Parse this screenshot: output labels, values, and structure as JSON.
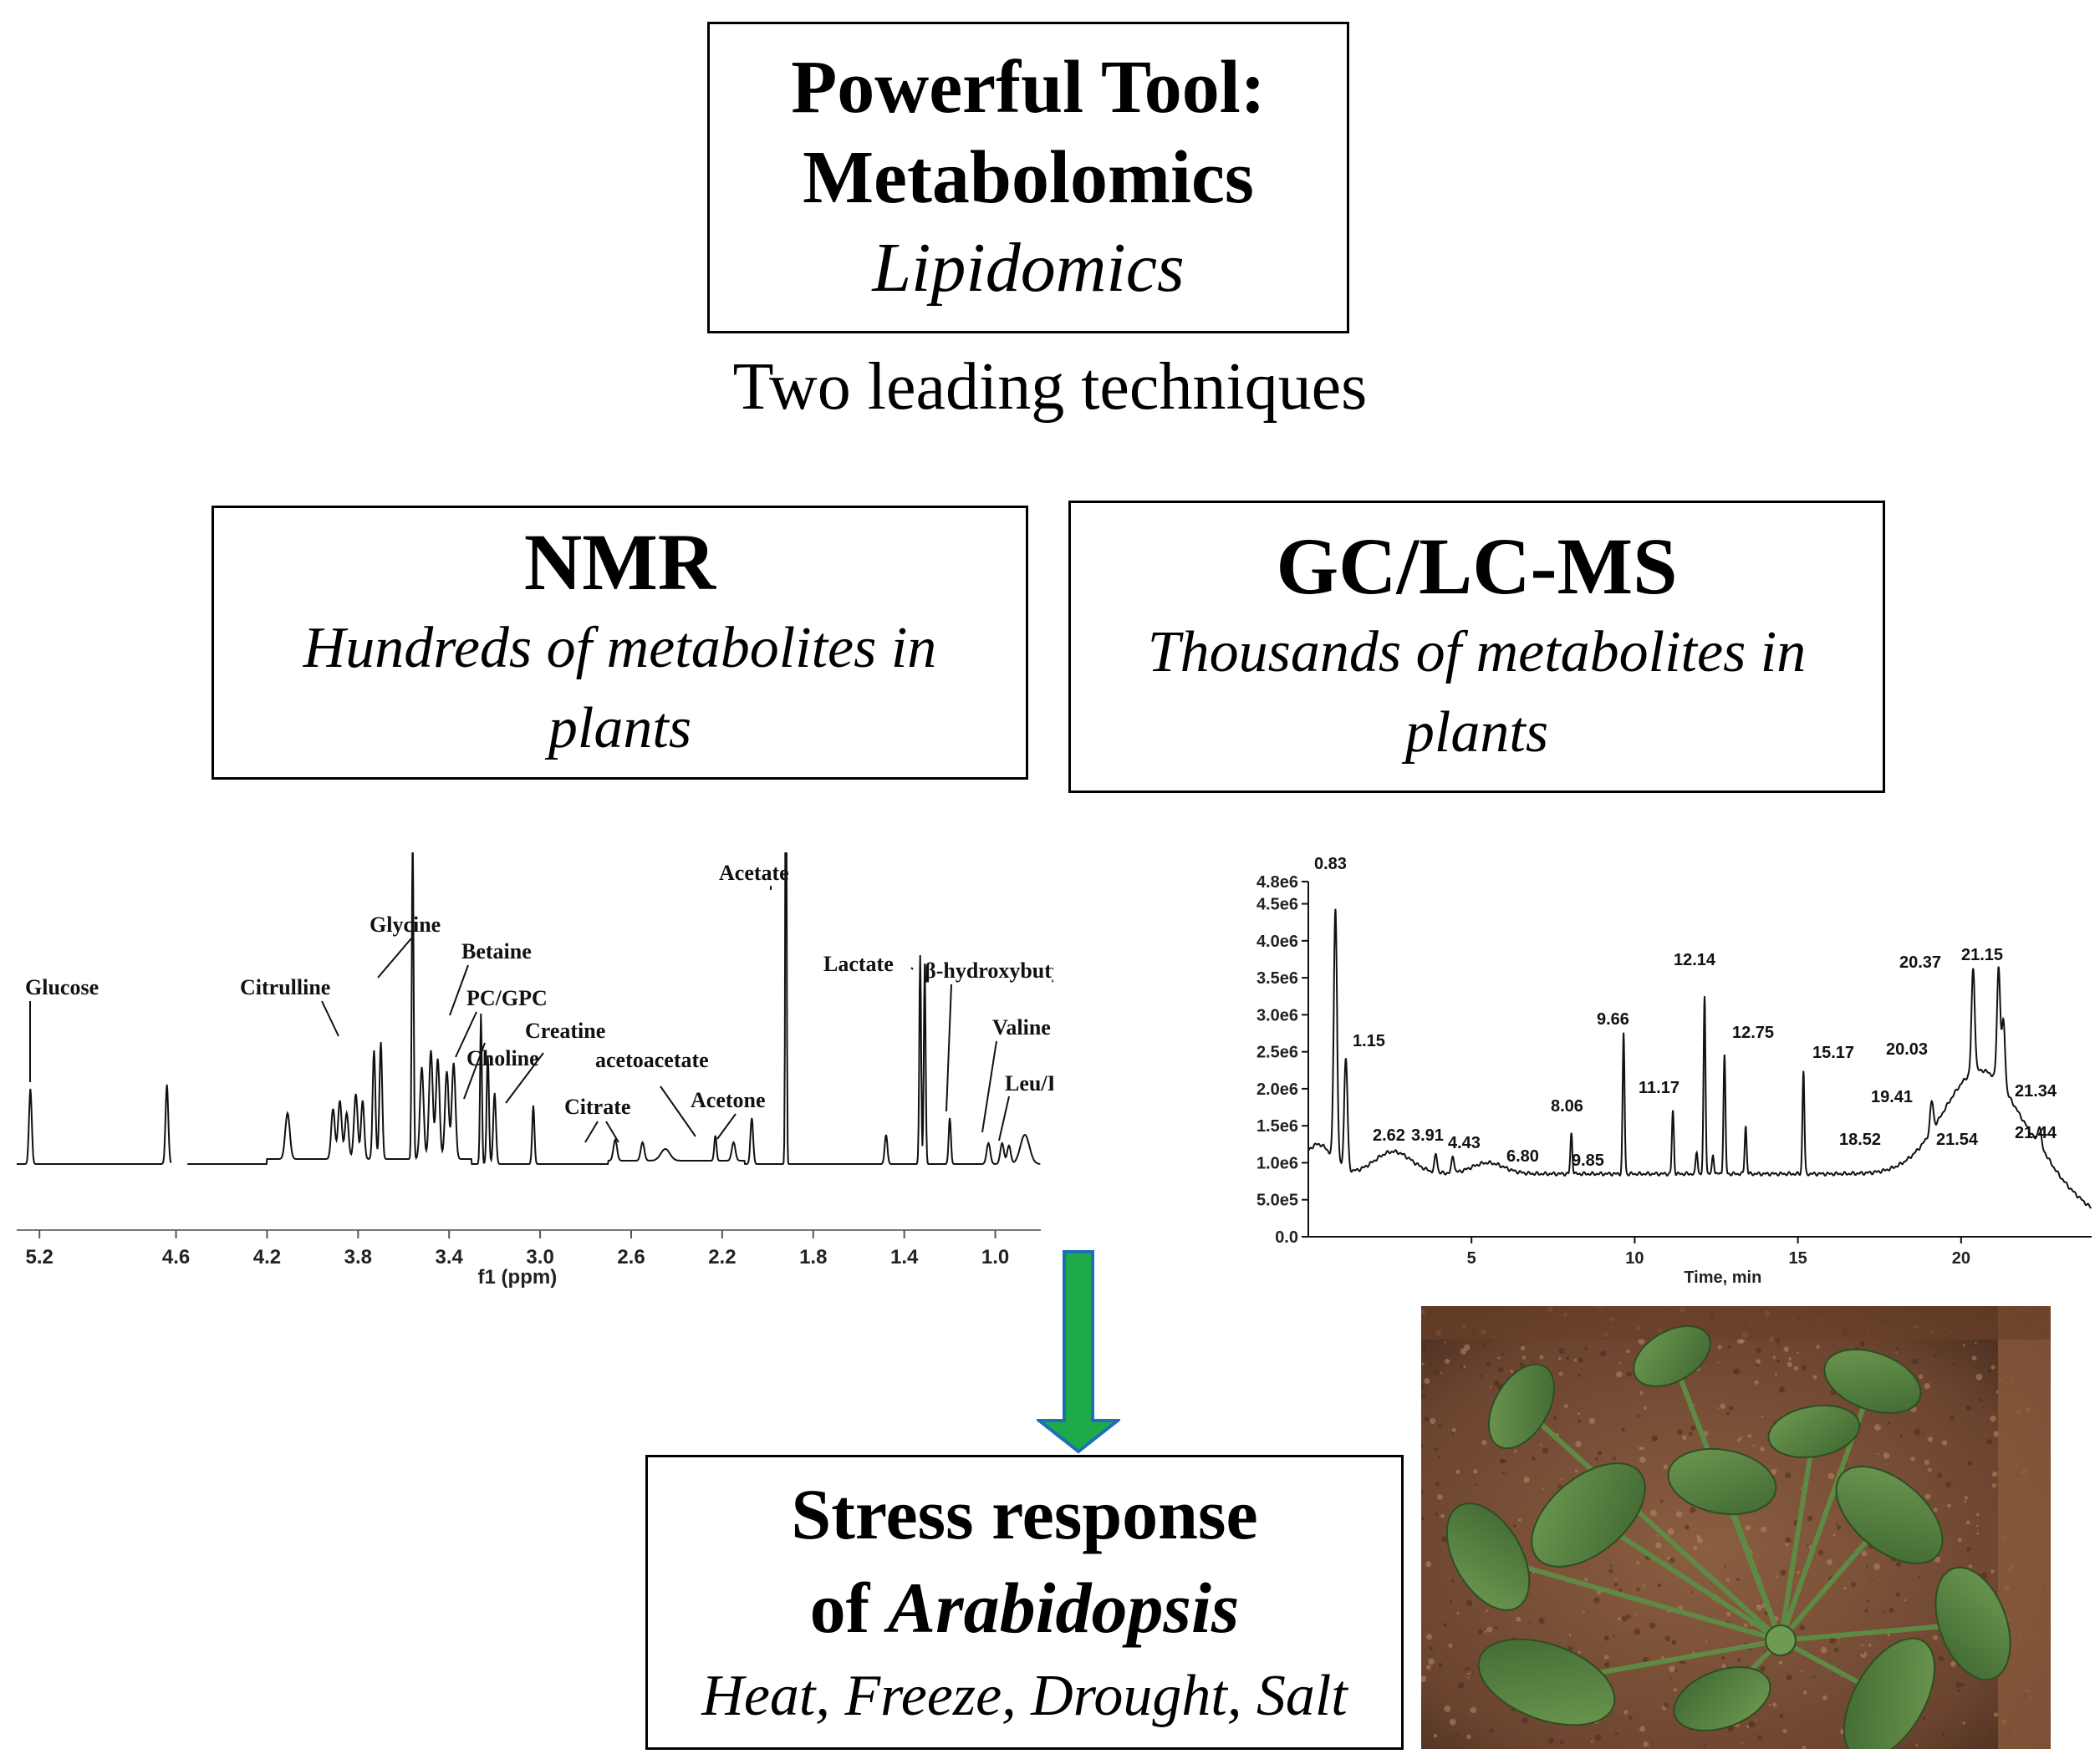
{
  "top_box": {
    "line1": "Powerful Tool:",
    "line2": "Metabolomics",
    "line3": "Lipidomics"
  },
  "subtitle": "Two leading techniques",
  "nmr_box": {
    "title": "NMR",
    "description": "Hundreds of metabolites in plants"
  },
  "ms_box": {
    "title": "GC/LC-MS",
    "description": "Thousands of metabolites in plants"
  },
  "stress_box": {
    "line1": "Stress response",
    "line2_prefix": "of ",
    "line2_italic": "Arabidopsis",
    "line3": "Heat, Freeze, Drought, Salt"
  },
  "colors": {
    "arrow": "#1faa4a",
    "arrow_outline": "#1e6fb8",
    "soil": "#7a5238",
    "leaf": "#4f7a3a"
  },
  "chart_data": [
    {
      "type": "line",
      "xlabel": "f1 (ppm)",
      "x_ticks": [
        "5.2",
        "4.6",
        "4.2",
        "3.8",
        "3.4",
        "3.0",
        "2.6",
        "2.2",
        "1.8",
        "1.4",
        "1.0"
      ],
      "xlim": [
        5.3,
        0.8
      ],
      "x_reversed": true,
      "peak_labels": [
        {
          "label": "Glucose",
          "ppm": 5.24
        },
        {
          "label": "Citrulline",
          "ppm": 3.72
        },
        {
          "label": "Glycine",
          "ppm": 3.56
        },
        {
          "label": "Betaine",
          "ppm": 3.26
        },
        {
          "label": "PC/GPC",
          "ppm": 3.22
        },
        {
          "label": "Choline",
          "ppm": 3.19
        },
        {
          "label": "Creatine",
          "ppm": 3.03
        },
        {
          "label": "Citrate",
          "ppm": 2.55
        },
        {
          "label": "acetoacetate",
          "ppm": 2.23
        },
        {
          "label": "Acetone",
          "ppm": 2.15
        },
        {
          "label": "Acetate",
          "ppm": 1.92
        },
        {
          "label": "Lactate",
          "ppm": 1.33
        },
        {
          "label": "β-hydroxybutyrate",
          "ppm": 1.2
        },
        {
          "label": "Valine",
          "ppm": 1.03
        },
        {
          "label": "Leu/Ile",
          "ppm": 0.95
        }
      ]
    },
    {
      "type": "line",
      "xlabel": "Time, min",
      "x_ticks": [
        "5",
        "10",
        "15",
        "20"
      ],
      "y_ticks": [
        "0.0",
        "5.0e5",
        "1.0e6",
        "1.5e6",
        "2.0e6",
        "2.5e6",
        "3.0e6",
        "3.5e6",
        "4.0e6",
        "4.5e6",
        "4.8e6"
      ],
      "xlim": [
        0,
        24
      ],
      "ylim": [
        0,
        4800000
      ],
      "peak_labels": [
        {
          "label": "0.83",
          "x": 0.83
        },
        {
          "label": "1.15",
          "x": 1.15
        },
        {
          "label": "2.62",
          "x": 2.62
        },
        {
          "label": "3.91",
          "x": 3.91
        },
        {
          "label": "4.43",
          "x": 4.43
        },
        {
          "label": "6.80",
          "x": 6.8
        },
        {
          "label": "8.06",
          "x": 8.06
        },
        {
          "label": "9.85",
          "x": 9.85
        },
        {
          "label": "9.66",
          "x": 9.66
        },
        {
          "label": "11.17",
          "x": 11.17
        },
        {
          "label": "12.14",
          "x": 12.14
        },
        {
          "label": "12.75",
          "x": 12.75
        },
        {
          "label": "15.17",
          "x": 15.17
        },
        {
          "label": "18.52",
          "x": 18.52
        },
        {
          "label": "19.41",
          "x": 19.41
        },
        {
          "label": "20.03",
          "x": 20.03
        },
        {
          "label": "20.37",
          "x": 20.37
        },
        {
          "label": "21.15",
          "x": 21.15
        },
        {
          "label": "21.34",
          "x": 21.34
        },
        {
          "label": "21.54",
          "x": 21.54
        },
        {
          "label": "21.44",
          "x": 21.44
        }
      ]
    }
  ]
}
